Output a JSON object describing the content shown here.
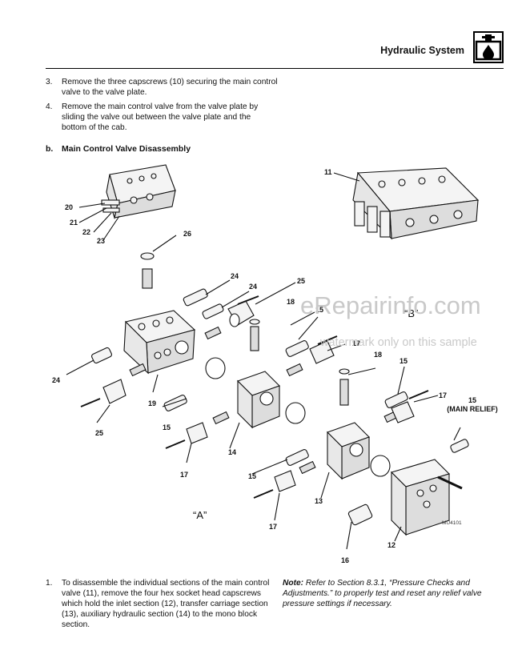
{
  "header": {
    "title": "Hydraulic System",
    "icon": "hydraulic-reservoir-icon"
  },
  "steps": [
    {
      "num": "3.",
      "text": "Remove the three capscrews (10) securing the main control valve to the valve plate."
    },
    {
      "num": "4.",
      "text": "Remove the main control valve from the valve plate by sliding the valve out between the valve plate and the bottom of the cab."
    }
  ],
  "section": {
    "label": "b.",
    "title": "Main Control Valve Disassembly"
  },
  "diagram": {
    "callouts": [
      "20",
      "21",
      "22",
      "23",
      "26",
      "24",
      "24",
      "25",
      "18",
      "15",
      "24",
      "19",
      "25",
      "17",
      "15",
      "14",
      "18",
      "17",
      "15",
      "15",
      "17",
      "17",
      "13",
      "16",
      "12",
      "11"
    ],
    "main_relief_num": "15",
    "main_relief_text": "(MAIN RELIEF)",
    "label_a": "“A”",
    "label_b": "“B”",
    "figure_code": "MU4101"
  },
  "watermark": {
    "main": "eRepairinfo.com",
    "sub": "watermark only on this sample"
  },
  "bottom_step": {
    "num": "1.",
    "text": "To disassemble the individual sections of the main control valve (11), remove the four hex socket head capscrews which hold the inlet section (12), transfer carriage section (13), auxiliary hydraulic section (14) to the mono block section."
  },
  "note": {
    "label": "Note:",
    "text": "Refer to Section 8.3.1, “Pressure Checks and Adjustments.” to properly test and reset any relief valve pressure settings if necessary."
  }
}
